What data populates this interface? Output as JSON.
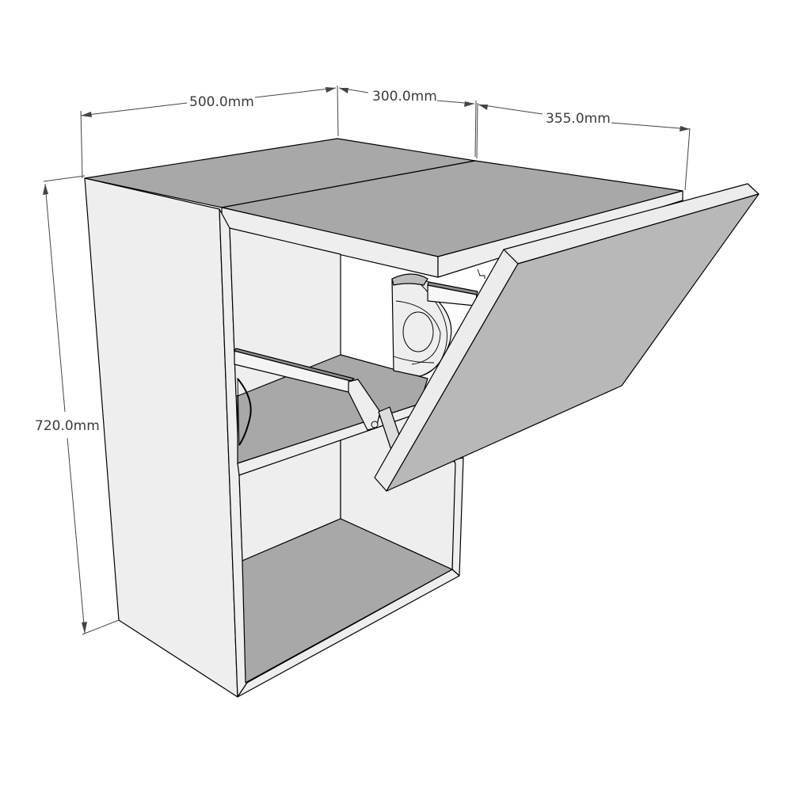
{
  "drawing": {
    "subject": "Wall cabinet with lift-up door and shelf",
    "background": "#ffffff",
    "colors": {
      "panel_face": "#eeeeee",
      "top_surface": "#a8a8a8",
      "door_face": "#b8b8b8",
      "door_edge": "#ececec",
      "shelf_surface": "#a8a8a8",
      "edge_line": "#000000",
      "dimension_line": "#444444",
      "dimension_text": "#3a3a3a"
    }
  },
  "dimensions": {
    "width": {
      "label": "500.0mm",
      "value": 500.0,
      "unit": "mm"
    },
    "depth_body": {
      "label": "300.0mm",
      "value": 300.0,
      "unit": "mm"
    },
    "door_projection": {
      "label": "355.0mm",
      "value": 355.0,
      "unit": "mm"
    },
    "height": {
      "label": "720.0mm",
      "value": 720.0,
      "unit": "mm"
    }
  },
  "components": {
    "carcass": "cabinet-carcass",
    "top_panel": "top-panel",
    "shelf": "shelf",
    "bottom_panel": "bottom-panel",
    "lift_door": "lift-up-door",
    "lift_mechanism": "lift-mechanism",
    "support_arm": "support-arm"
  }
}
